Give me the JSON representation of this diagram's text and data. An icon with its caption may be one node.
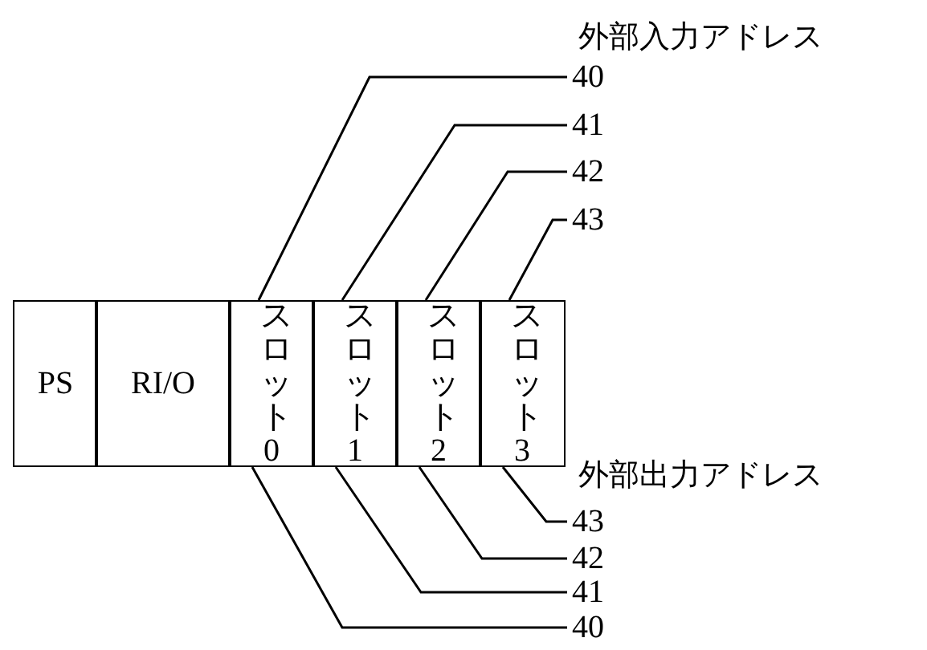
{
  "diagram": {
    "nodes": [
      {
        "text": [
          "40"
        ]
      },
      {
        "text": [
          "41"
        ]
      },
      {
        "text": [
          "42"
        ]
      },
      {
        "text": [
          "43"
        ]
      },
      {
        "text": [
          "PS"
        ]
      },
      {
        "text": [
          "RI/O"
        ]
      },
      {
        "text": [
          "スロット0"
        ]
      },
      {
        "text": [
          "スロット1"
        ]
      },
      {
        "text": [
          "スロット2"
        ]
      },
      {
        "text": [
          "スロット3"
        ]
      },
      {
        "text": [
          "43"
        ]
      },
      {
        "text": [
          "42"
        ]
      },
      {
        "text": [
          "41"
        ]
      },
      {
        "text": [
          "40"
        ]
      }
    ],
    "edges": [
      {
        "from": 0,
        "to": 6,
        "arrow": "none"
      },
      {
        "from": 1,
        "to": 7,
        "arrow": "none"
      },
      {
        "from": 2,
        "to": 8,
        "arrow": "none"
      },
      {
        "from": 3,
        "to": 9,
        "arrow": "none"
      },
      {
        "from": 10,
        "to": 9,
        "arrow": "none"
      },
      {
        "from": 11,
        "to": 8,
        "arrow": "none"
      },
      {
        "from": 12,
        "to": 7,
        "arrow": "none"
      },
      {
        "from": 13,
        "to": 6,
        "arrow": "none"
      }
    ],
    "labels": [
      "外部入力アドレス",
      "外部出力アドレス"
    ]
  }
}
